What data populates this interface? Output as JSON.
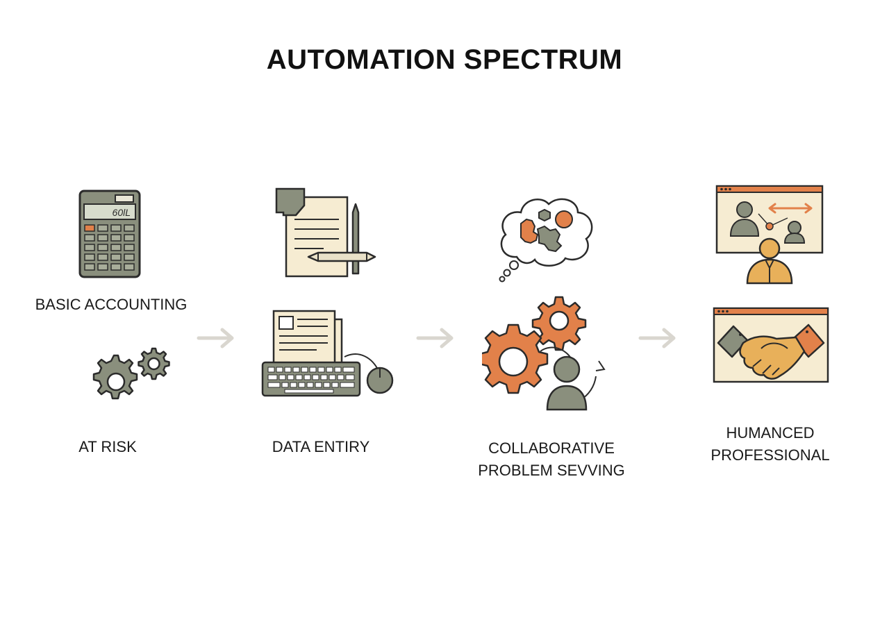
{
  "diagram": {
    "title": "AUTOMATION SPECTRUM",
    "stages": [
      {
        "labels": [
          "BASIC ACCOUNTING",
          "AT RISK"
        ]
      },
      {
        "labels": [
          "DATA ENTIRY"
        ]
      },
      {
        "labels": [
          "COLLABORATIVE",
          "PROBLEM SEVVING"
        ]
      },
      {
        "labels": [
          "HUMANCED",
          "PROFESSIONAL"
        ]
      }
    ],
    "calculator_display": "60lL",
    "colors": {
      "gray": "#8a8f7d",
      "orange": "#e2814a",
      "cream": "#f6ecd2",
      "gold": "#e8b05a",
      "outline": "#2b2b2b",
      "arrow": "#d9d6cf"
    }
  }
}
